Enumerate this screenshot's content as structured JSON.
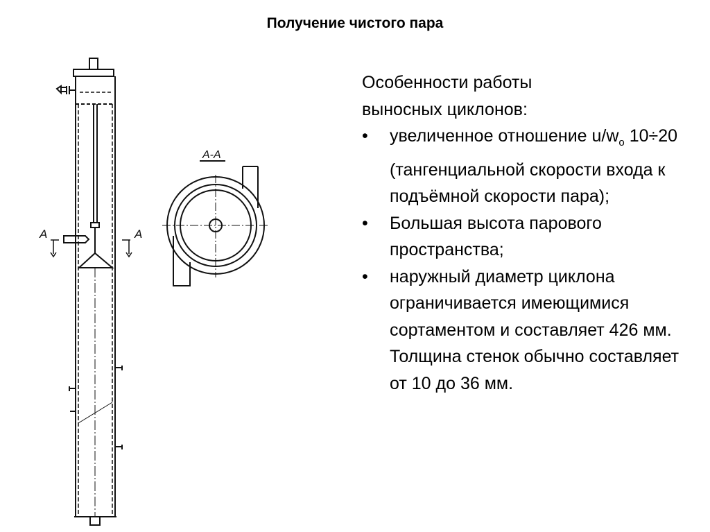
{
  "title": "Получение чистого пара",
  "heading_lines": [
    "Особенности работы",
    "выносных циклонов:"
  ],
  "bullets": [
    {
      "pre": "увеличенное отношение u/w",
      "sub": "o",
      "post": " 10÷20 (тангенциальной скорости входа к подъёмной скорости пара);"
    },
    {
      "text": "Большая высота парового пространства;"
    },
    {
      "text": "наружный диаметр циклона ограничивается имеющимися сортаментом и составляет 426 мм. Толщина стенок обычно составляет от 10 до 36 мм."
    }
  ],
  "bullet_glyph": "•",
  "drawing": {
    "section_label": "А-А",
    "cut_label_left": "А",
    "cut_label_right": "А"
  }
}
